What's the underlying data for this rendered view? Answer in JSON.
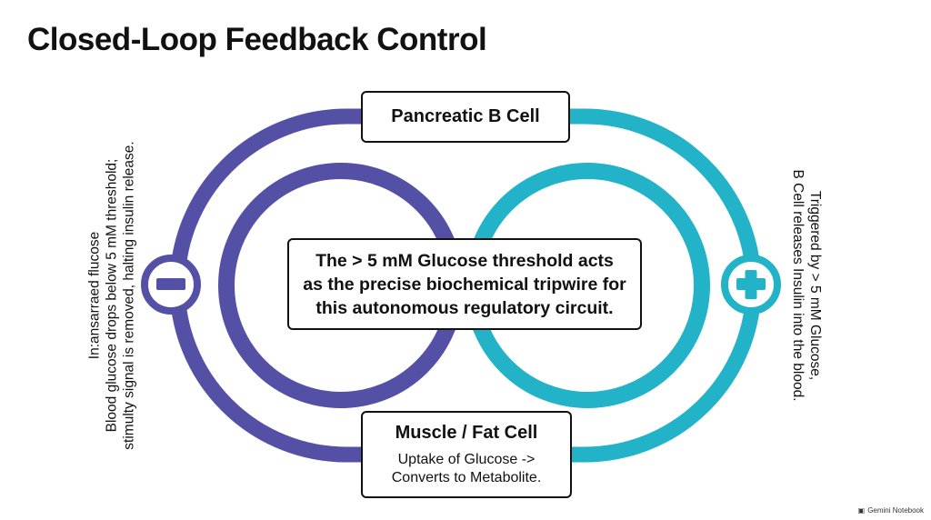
{
  "title": "Closed-Loop Feedback Control",
  "colors": {
    "negative_loop": "#5450a6",
    "positive_loop": "#22b3c9",
    "box_border": "#111111",
    "text": "#111111"
  },
  "top_box": {
    "label": "Pancreatic B Cell"
  },
  "center_box": {
    "lines": [
      "The > 5 mM Glucose threshold acts",
      "as the precise biochemical tripwire for",
      "this autonomous regulatory circuit."
    ]
  },
  "bottom_box": {
    "title": "Muscle / Fat Cell",
    "lines": [
      "Uptake of Glucose ->",
      "Converts to Metabolite."
    ]
  },
  "left_annotation": {
    "lines": [
      "In:ansarraed flucose",
      "Blood glucose drops below 5 mM threshold;",
      "stimulty signal is removed, halting insulin release."
    ]
  },
  "right_annotation": {
    "lines": [
      "Triggered by > 5 mM Glucose,",
      "B Cell releases Insulin into the blood."
    ]
  },
  "negative_symbol": {
    "icon": "minus-icon"
  },
  "positive_symbol": {
    "icon": "plus-icon"
  },
  "watermark": {
    "label": "Gemini Notebook",
    "icon": "notebook-icon"
  }
}
